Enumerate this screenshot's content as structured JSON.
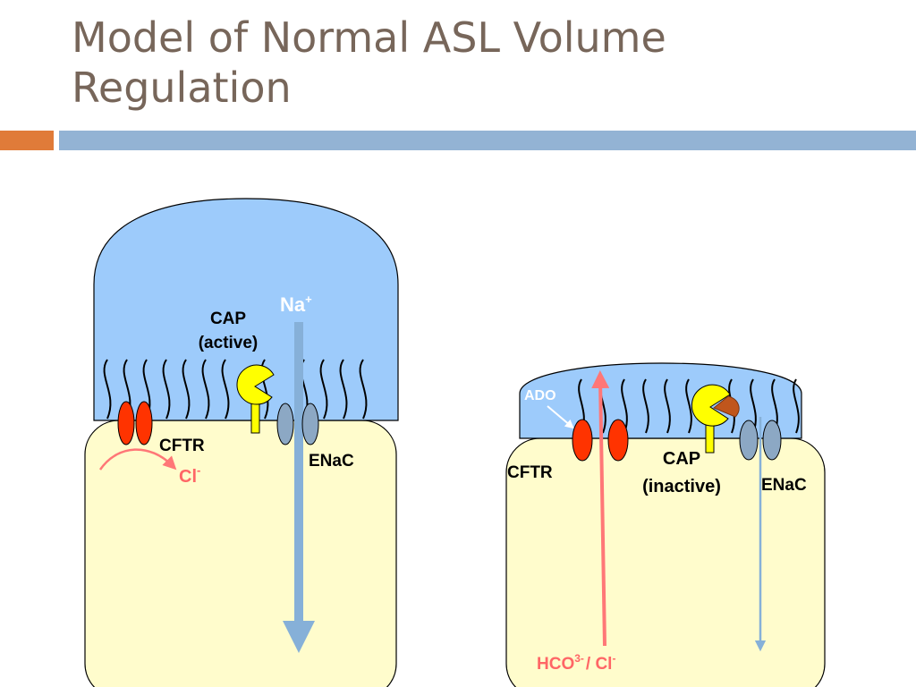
{
  "title": "Model of Normal ASL Volume Regulation",
  "colors": {
    "title": "#77665a",
    "accent_orange": "#e07b39",
    "accent_blue": "#93b3d4",
    "asl": "#9dcbfb",
    "cell": "#fffccc",
    "cftr": "#ff3300",
    "enac": "#8ca8c4",
    "cap": "#ffff00",
    "na_arrow": "#86b0d8",
    "hco3_arrow": "#ff7777",
    "inhibitor": "#c0561c"
  },
  "left_panel": {
    "cap_label_line1": "CAP",
    "cap_label_line2": "(active)",
    "na_label": "Na",
    "na_sup": "+",
    "cftr_label": "CFTR",
    "enac_label": "ENaC",
    "cl_label": "Cl",
    "cl_sup": "-"
  },
  "right_panel": {
    "ado_label": "ADO",
    "cftr_label": "CFTR",
    "cap_label_line1": "CAP",
    "cap_label_line2": "(inactive)",
    "enac_label": "ENaC",
    "hco3_label": "HCO",
    "hco3_sup": "3-",
    "cl_label": "/ Cl",
    "cl_sup": "-"
  }
}
